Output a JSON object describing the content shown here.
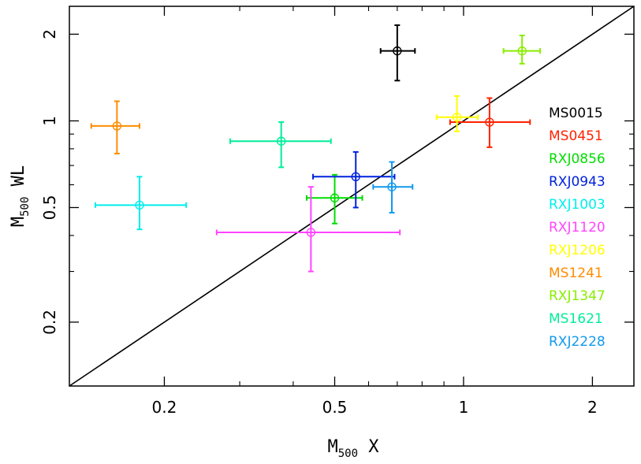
{
  "chart_data": {
    "type": "scatter",
    "title": "",
    "xlabel": {
      "base": "M",
      "sub": "500",
      "suffix": " X"
    },
    "ylabel": {
      "base": "M",
      "sub": "500",
      "suffix": " WL"
    },
    "xscale": "log",
    "yscale": "log",
    "xlim": [
      0.12,
      2.5
    ],
    "ylim": [
      0.12,
      2.5
    ],
    "xticks_labeled": [
      {
        "value": 0.2,
        "label": "0.2"
      },
      {
        "value": 0.5,
        "label": "0.5"
      },
      {
        "value": 1,
        "label": "1"
      },
      {
        "value": 2,
        "label": "2"
      }
    ],
    "yticks_labeled": [
      {
        "value": 0.2,
        "label": "0.2"
      },
      {
        "value": 0.5,
        "label": "0.5"
      },
      {
        "value": 1,
        "label": "1"
      },
      {
        "value": 2,
        "label": "2"
      }
    ],
    "minor_ticks": [
      0.3,
      0.4,
      0.6,
      0.7,
      0.8,
      0.9
    ],
    "reference_line": "y = x",
    "grid": false,
    "legend_position": "right",
    "series": [
      {
        "name": "MS0015",
        "color": "#000000",
        "x": 0.7,
        "y": 1.75,
        "xerr": [
          0.64,
          0.77
        ],
        "yerr": [
          1.38,
          2.15
        ]
      },
      {
        "name": "MS0451",
        "color": "#ff2200",
        "x": 1.15,
        "y": 0.99,
        "xerr": [
          0.93,
          1.43
        ],
        "yerr": [
          0.81,
          1.2
        ]
      },
      {
        "name": "RXJ0856",
        "color": "#00dd00",
        "x": 0.5,
        "y": 0.54,
        "xerr": [
          0.43,
          0.58
        ],
        "yerr": [
          0.44,
          0.65
        ]
      },
      {
        "name": "RXJ0943",
        "color": "#0022dd",
        "x": 0.56,
        "y": 0.64,
        "xerr": [
          0.445,
          0.69
        ],
        "yerr": [
          0.5,
          0.78
        ]
      },
      {
        "name": "RXJ1003",
        "color": "#00eeee",
        "x": 0.175,
        "y": 0.51,
        "xerr": [
          0.138,
          0.225
        ],
        "yerr": [
          0.42,
          0.64
        ]
      },
      {
        "name": "RXJ1120",
        "color": "#ff44ff",
        "x": 0.44,
        "y": 0.41,
        "xerr": [
          0.265,
          0.71
        ],
        "yerr": [
          0.3,
          0.59
        ]
      },
      {
        "name": "RXJ1206",
        "color": "#ffff00",
        "x": 0.965,
        "y": 1.03,
        "xerr": [
          0.865,
          1.08
        ],
        "yerr": [
          0.92,
          1.22
        ]
      },
      {
        "name": "MS1241",
        "color": "#ff8c00",
        "x": 0.155,
        "y": 0.96,
        "xerr": [
          0.135,
          0.175
        ],
        "yerr": [
          0.77,
          1.17
        ]
      },
      {
        "name": "RXJ1347",
        "color": "#88ee00",
        "x": 1.37,
        "y": 1.75,
        "xerr": [
          1.24,
          1.51
        ],
        "yerr": [
          1.58,
          1.98
        ]
      },
      {
        "name": "MS1621",
        "color": "#00ee99",
        "x": 0.375,
        "y": 0.85,
        "xerr": [
          0.285,
          0.49
        ],
        "yerr": [
          0.69,
          0.99
        ]
      },
      {
        "name": "RXJ2228",
        "color": "#1199ee",
        "x": 0.68,
        "y": 0.59,
        "xerr": [
          0.615,
          0.76
        ],
        "yerr": [
          0.48,
          0.72
        ]
      }
    ]
  }
}
